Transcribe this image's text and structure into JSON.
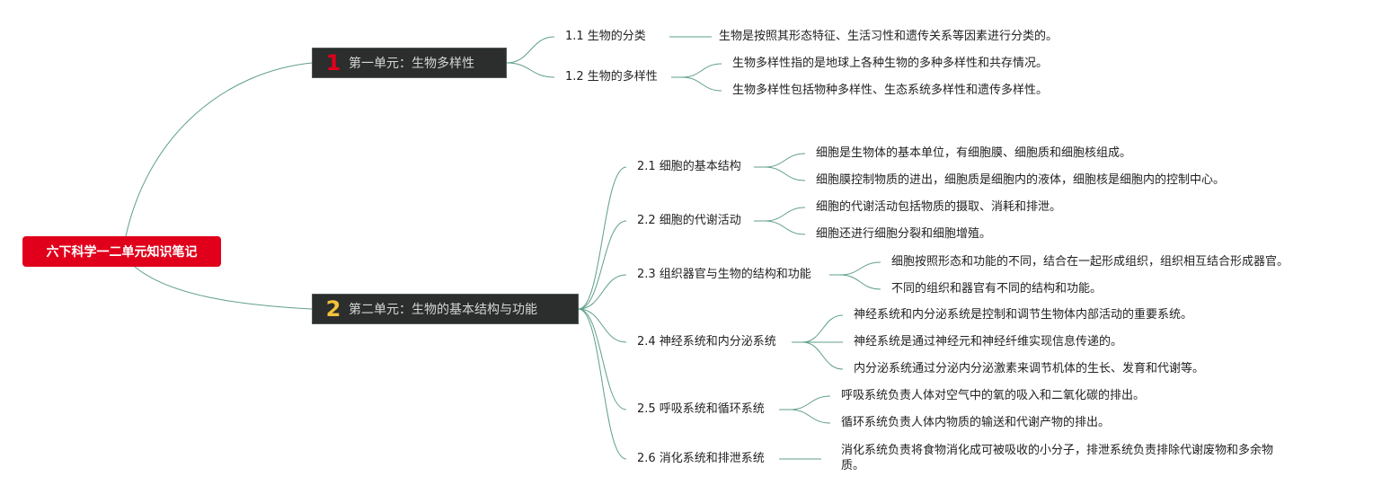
{
  "root": "六下科学一二单元知识笔记",
  "units": [
    {
      "num": "1",
      "num_color": "#e0001b",
      "title": "第一单元：生物多样性",
      "topics": [
        {
          "label": "1.1 生物的分类",
          "leaves": [
            "生物是按照其形态特征、生活习性和遗传关系等因素进行分类的。"
          ]
        },
        {
          "label": "1.2 生物的多样性",
          "leaves": [
            "生物多样性指的是地球上各种生物的多种多样性和共存情况。",
            "生物多样性包括物种多样性、生态系统多样性和遗传多样性。"
          ]
        }
      ]
    },
    {
      "num": "2",
      "num_color": "#f5c33b",
      "title": "第二单元：生物的基本结构与功能",
      "topics": [
        {
          "label": "2.1 细胞的基本结构",
          "leaves": [
            "细胞是生物体的基本单位，有细胞膜、细胞质和细胞核组成。",
            "细胞膜控制物质的进出，细胞质是细胞内的液体，细胞核是细胞内的控制中心。"
          ]
        },
        {
          "label": "2.2 细胞的代谢活动",
          "leaves": [
            "细胞的代谢活动包括物质的摄取、消耗和排泄。",
            "细胞还进行细胞分裂和细胞增殖。"
          ]
        },
        {
          "label": "2.3 组织器官与生物的结构和功能",
          "leaves": [
            "细胞按照形态和功能的不同，结合在一起形成组织，组织相互结合形成器官。",
            "不同的组织和器官有不同的结构和功能。"
          ]
        },
        {
          "label": "2.4 神经系统和内分泌系统",
          "leaves": [
            "神经系统和内分泌系统是控制和调节生物体内部活动的重要系统。",
            "神经系统是通过神经元和神经纤维实现信息传递的。",
            "内分泌系统通过分泌内分泌激素来调节机体的生长、发育和代谢等。"
          ]
        },
        {
          "label": "2.5 呼吸系统和循环系统",
          "leaves": [
            "呼吸系统负责人体对空气中的氧的吸入和二氧化碳的排出。",
            "循环系统负责人体内物质的输送和代谢产物的排出。"
          ]
        },
        {
          "label": "2.6 消化系统和排泄系统",
          "leaves": [
            "消化系统负责将食物消化成可被吸收的小分子，排泄系统负责排除代谢废物和多余物质。"
          ]
        }
      ]
    }
  ]
}
